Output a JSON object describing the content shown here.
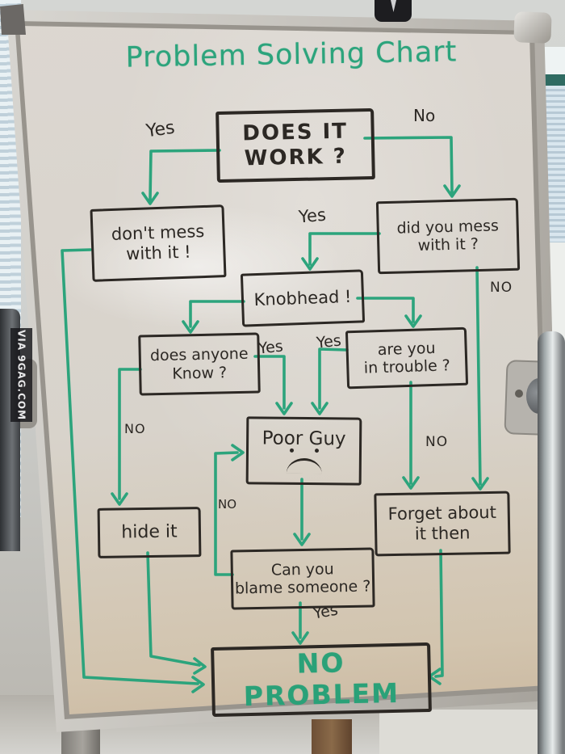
{
  "title": "Problem Solving Chart",
  "watermark": "VIA 9GAG.COM",
  "colors": {
    "marker_green": "#2ca47c",
    "marker_ink": "#2c2824",
    "board": "#d8d3cb"
  },
  "nodes": {
    "does_it_work": "DOES IT\nWORK ?",
    "dont_mess": "don't mess\nwith it !",
    "did_you_mess": "did you mess\nwith it ?",
    "knobhead": "Knobhead !",
    "does_anyone_know": "does anyone\nKnow ?",
    "are_you_in_trouble": "are you\nin trouble ?",
    "poor_guy": "Poor Guy",
    "hide_it": "hide it",
    "forget_about": "Forget about\nit then",
    "blame": "Can you\nblame someone ?",
    "no_problem": "NO PROBLEM"
  },
  "edges": [
    {
      "from": "does_it_work",
      "label": "Yes",
      "to": "dont_mess"
    },
    {
      "from": "does_it_work",
      "label": "No",
      "to": "did_you_mess"
    },
    {
      "from": "did_you_mess",
      "label": "Yes",
      "to": "knobhead"
    },
    {
      "from": "did_you_mess",
      "label": "NO",
      "to": "forget_about"
    },
    {
      "from": "knobhead",
      "label": "",
      "to": "does_anyone_know"
    },
    {
      "from": "knobhead",
      "label": "",
      "to": "are_you_in_trouble"
    },
    {
      "from": "does_anyone_know",
      "label": "Yes",
      "to": "poor_guy"
    },
    {
      "from": "does_anyone_know",
      "label": "NO",
      "to": "hide_it"
    },
    {
      "from": "are_you_in_trouble",
      "label": "Yes",
      "to": "poor_guy"
    },
    {
      "from": "are_you_in_trouble",
      "label": "NO",
      "to": "forget_about"
    },
    {
      "from": "poor_guy",
      "label": "",
      "to": "blame"
    },
    {
      "from": "blame",
      "label": "Yes",
      "to": "no_problem"
    },
    {
      "from": "blame",
      "label": "NO",
      "to": "poor_guy"
    },
    {
      "from": "dont_mess",
      "label": "",
      "to": "no_problem"
    },
    {
      "from": "hide_it",
      "label": "",
      "to": "no_problem"
    },
    {
      "from": "forget_about",
      "label": "",
      "to": "no_problem"
    }
  ]
}
